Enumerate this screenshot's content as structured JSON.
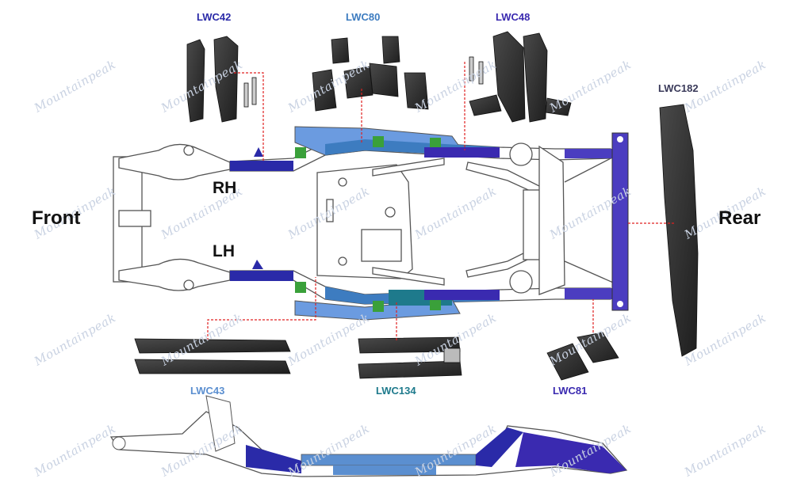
{
  "brand": {
    "watermark": "Mountainpeak"
  },
  "orientation": {
    "front": "Front",
    "rear": "Rear",
    "rh": "RH",
    "lh": "LH"
  },
  "parts": [
    {
      "code": "LWC42",
      "color": "#2a2aa8"
    },
    {
      "code": "LWC80",
      "color": "#3d7cc0"
    },
    {
      "code": "LWC48",
      "color": "#3a2ab0"
    },
    {
      "code": "LWC182",
      "color": "#3a3a5a"
    },
    {
      "code": "LWC43",
      "color": "#5b8fd0"
    },
    {
      "code": "LWC134",
      "color": "#1e7a8c"
    },
    {
      "code": "LWC81",
      "color": "#3a2ab0"
    }
  ],
  "colors": {
    "frame_outline": "#555555",
    "leader_line": "#e02020",
    "part_dark": "#2e2e2e",
    "bracket_green": "#3aa03a"
  }
}
